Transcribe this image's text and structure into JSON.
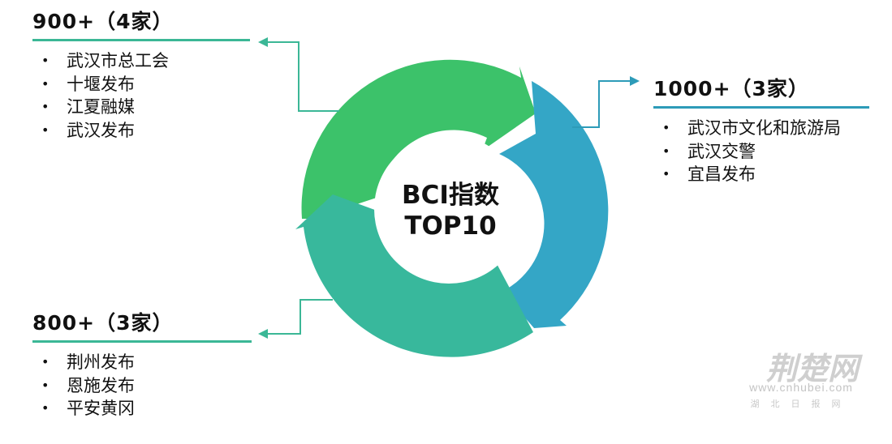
{
  "center": {
    "line1": "BCI指数",
    "line2": "TOP10"
  },
  "groups": {
    "g900": {
      "title": "900+（4家）",
      "items": [
        "武汉市总工会",
        "十堰发布",
        "江夏融媒",
        "武汉发布"
      ]
    },
    "g1000": {
      "title": "1000+（3家）",
      "items": [
        "武汉市文化和旅游局",
        "武汉交警",
        "宜昌发布"
      ]
    },
    "g800": {
      "title": "800+（3家）",
      "items": [
        "荆州发布",
        "恩施发布",
        "平安黄冈"
      ]
    }
  },
  "bullet": "•",
  "colors": {
    "green_segment": "#3cc26a",
    "blue_segment": "#34a6c6",
    "teal_segment": "#38b89c",
    "line_green": "#3bb796",
    "line_blue": "#2d9bb8"
  },
  "watermark": {
    "brand": "荆楚网",
    "url": "www.cnhubei.com",
    "sub": "湖北日报网"
  }
}
